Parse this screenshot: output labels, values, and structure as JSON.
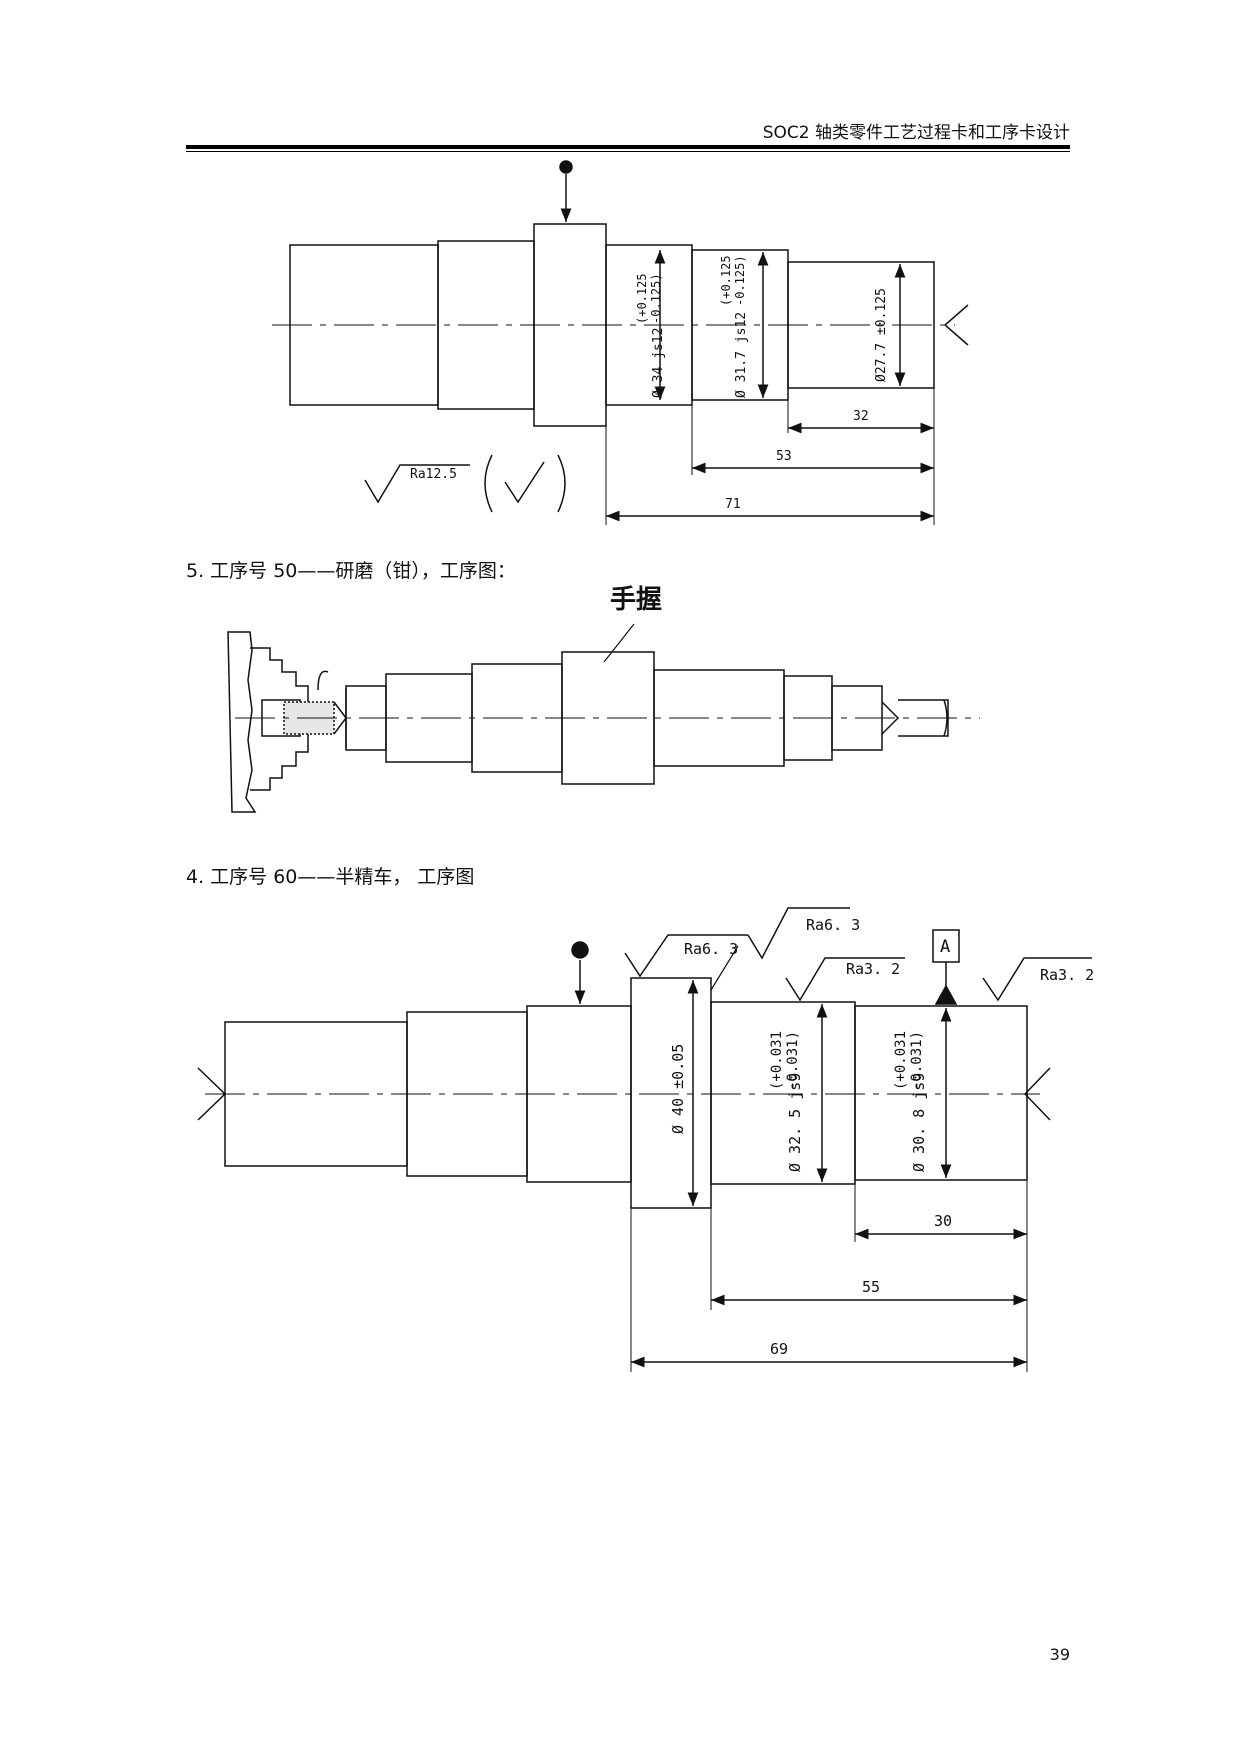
{
  "header": {
    "title": "SOC2 轴类零件工艺过程卡和工序卡设计"
  },
  "drawing1": {
    "dim_dia34": "Ø 34 js12",
    "dim_dia34_tol_top": "(+0.125",
    "dim_dia34_tol_bot": "-0.125)",
    "dim_dia317": "Ø 31.7 js12",
    "dim_dia317_tol_top": "(+0.125",
    "dim_dia317_tol_bot": "-0.125)",
    "dim_dia277": "Ø27.7 ±0.125",
    "len_32": "32",
    "len_53": "53",
    "len_71": "71",
    "roughness": "Ra12.5"
  },
  "section5": {
    "caption": "5.  工序号 50——研磨（钳），工序图："
  },
  "drawing2": {
    "label": "手握"
  },
  "section4": {
    "caption": "4.  工序号 60——半精车，   工序图"
  },
  "drawing3": {
    "ra1": "Ra6. 3",
    "ra2": "Ra6. 3",
    "ra3": "Ra3. 2",
    "ra4": "Ra3. 2",
    "datum": "A",
    "dim_dia40": "Ø 40 ±0.05",
    "dim_dia325": "Ø 32. 5  js9",
    "dim_dia325_tol_top": "(+0.031",
    "dim_dia325_tol_bot": "-0.031)",
    "dim_dia308": "Ø 30. 8  js9",
    "dim_dia308_tol_top": "(+0.031",
    "dim_dia308_tol_bot": "-0.031)",
    "len_30": "30",
    "len_55": "55",
    "len_69": "69"
  },
  "footer": {
    "page_number": "39"
  }
}
